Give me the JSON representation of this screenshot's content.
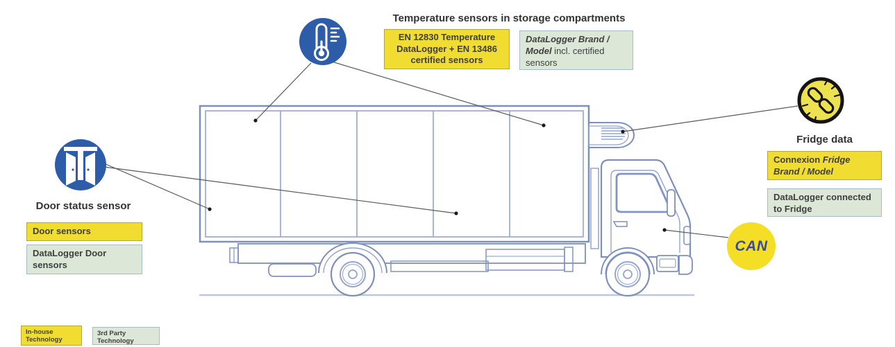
{
  "diagram": {
    "temperature": {
      "heading": "Temperature sensors in storage compartments",
      "yellow_box": "EN 12830 Temperature DataLogger + EN 13486 certified sensors",
      "green_box_emphasis": "DataLogger Brand / Model",
      "green_box_rest": " incl. certified sensors",
      "icon": "thermometer-icon"
    },
    "door": {
      "heading": "Door status sensor",
      "yellow_box": "Door sensors",
      "green_box": "DataLogger Door sensors",
      "icon": "double-door-icon"
    },
    "fridge": {
      "heading": "Fridge data",
      "yellow_box_lead": "Connexion ",
      "yellow_box_emphasis": "Fridge Brand / Model",
      "green_box": "DataLogger connected to Fridge",
      "icon": "chain-link-icon"
    },
    "can_badge": "CAN",
    "legend": {
      "in_house": "In-house Technology",
      "third_party": "3rd Party Technology"
    },
    "colors": {
      "in_house_yellow": "#f1dc31",
      "third_party_green": "#dce7d8",
      "icon_circle_blue": "#2d5ca8",
      "chain_circle_yellow": "#ece24f",
      "can_yellow": "#f5de26",
      "can_text_blue": "#3a4b9f",
      "truck_line_blue": "#8093c0",
      "connector_gray": "#595959",
      "text_dark": "#3a3a3a"
    }
  }
}
